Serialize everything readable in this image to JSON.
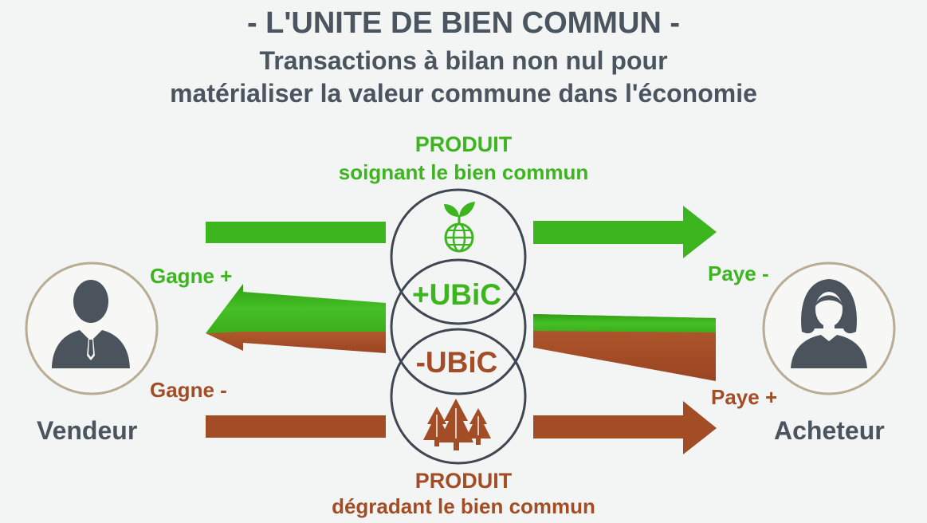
{
  "header": {
    "title": "- L'UNITE DE BIEN COMMUN -",
    "subtitle_line1": "Transactions à bilan non nul pour",
    "subtitle_line2": "matérialiser la valeur commune dans l'économie"
  },
  "product_good": {
    "title": "PRODUIT",
    "subtitle": "soignant le bien commun",
    "icon": "sprouting-globe-icon"
  },
  "product_bad": {
    "title": "PRODUIT",
    "subtitle": "dégradant le bien commun",
    "icon": "pine-trees-icon"
  },
  "ubic": {
    "plus": "+UBiC",
    "minus": "-UBiC"
  },
  "seller": {
    "label": "Vendeur",
    "gain_plus": "Gagne +",
    "gain_minus": "Gagne -",
    "icon": "businessman-avatar-icon"
  },
  "buyer": {
    "label": "Acheteur",
    "pay_minus": "Paye -",
    "pay_plus": "Paye +",
    "icon": "woman-avatar-icon"
  },
  "colors": {
    "title": "#4a5560",
    "green": "#3cb51e",
    "brown": "#a34d26",
    "ring": "#3f4852",
    "avatar_ring": "#b8ad92",
    "avatar": "#4b535c"
  }
}
